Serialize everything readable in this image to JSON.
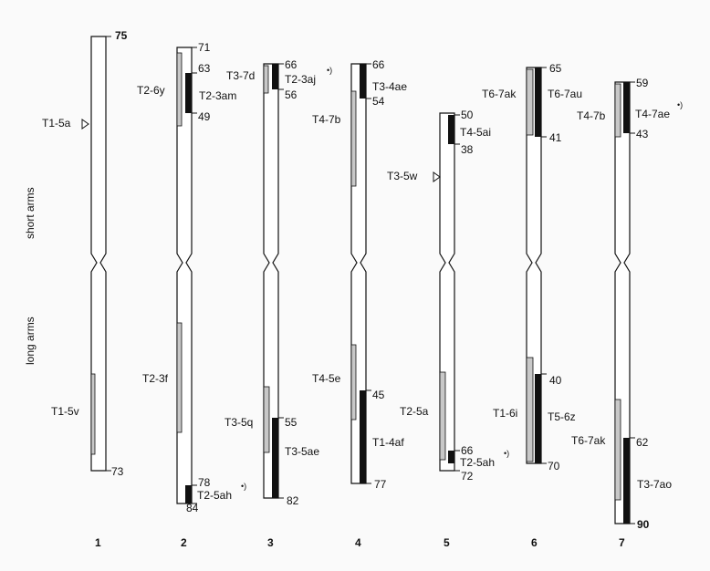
{
  "axis_labels": {
    "short_arms": "short arms",
    "long_arms": "long arms"
  },
  "chromosome_numbers": [
    "1",
    "2",
    "3",
    "4",
    "5",
    "6",
    "7"
  ],
  "chr1": {
    "top": "75",
    "bottom": "73",
    "T1_5a": "T1-5a",
    "T1_5v": "T1-5v"
  },
  "chr2": {
    "n71": "71",
    "n63": "63",
    "n49": "49",
    "n78": "78",
    "n84": "84",
    "T2_6y": "T2-6y",
    "T2_3am": "T2-3am",
    "T2_3f": "T2-3f",
    "T2_5ah": "T2-5ah",
    "mark": "•)"
  },
  "chr3": {
    "n66": "66",
    "n56": "56",
    "n55": "55",
    "n82": "82",
    "T3_7d": "T3-7d",
    "T2_3aj": "T2-3aj",
    "T3_5q": "T3-5q",
    "T3_5ae": "T3-5ae",
    "mark": "•)"
  },
  "chr4": {
    "n66": "66",
    "n54": "54",
    "n45": "45",
    "n77": "77",
    "T3_4ae": "T3-4ae",
    "T4_7b": "T4-7b",
    "T4_5e": "T4-5e",
    "T1_4af": "T1-4af"
  },
  "chr5": {
    "n50": "50",
    "n38": "38",
    "n66": "66",
    "n72": "72",
    "T4_5ai": "T4-5ai",
    "T3_5w": "T3-5w",
    "T2_5a": "T2-5a",
    "T2_5ah": "T2-5ah",
    "mark": "•)"
  },
  "chr6": {
    "n65": "65",
    "n41": "41",
    "n40": "40",
    "n70": "70",
    "T6_7ak": "T6-7ak",
    "T6_7au": "T6-7au",
    "T1_6i": "T1-6i",
    "T5_6z": "T5-6z"
  },
  "chr7": {
    "n59": "59",
    "n43": "43",
    "n62": "62",
    "n90": "90",
    "T4_7b": "T4-7b",
    "T4_7ae": "T4-7ae",
    "T6_7ak": "T6-7ak",
    "T3_7ao": "T3-7ao",
    "mark": "•)"
  }
}
